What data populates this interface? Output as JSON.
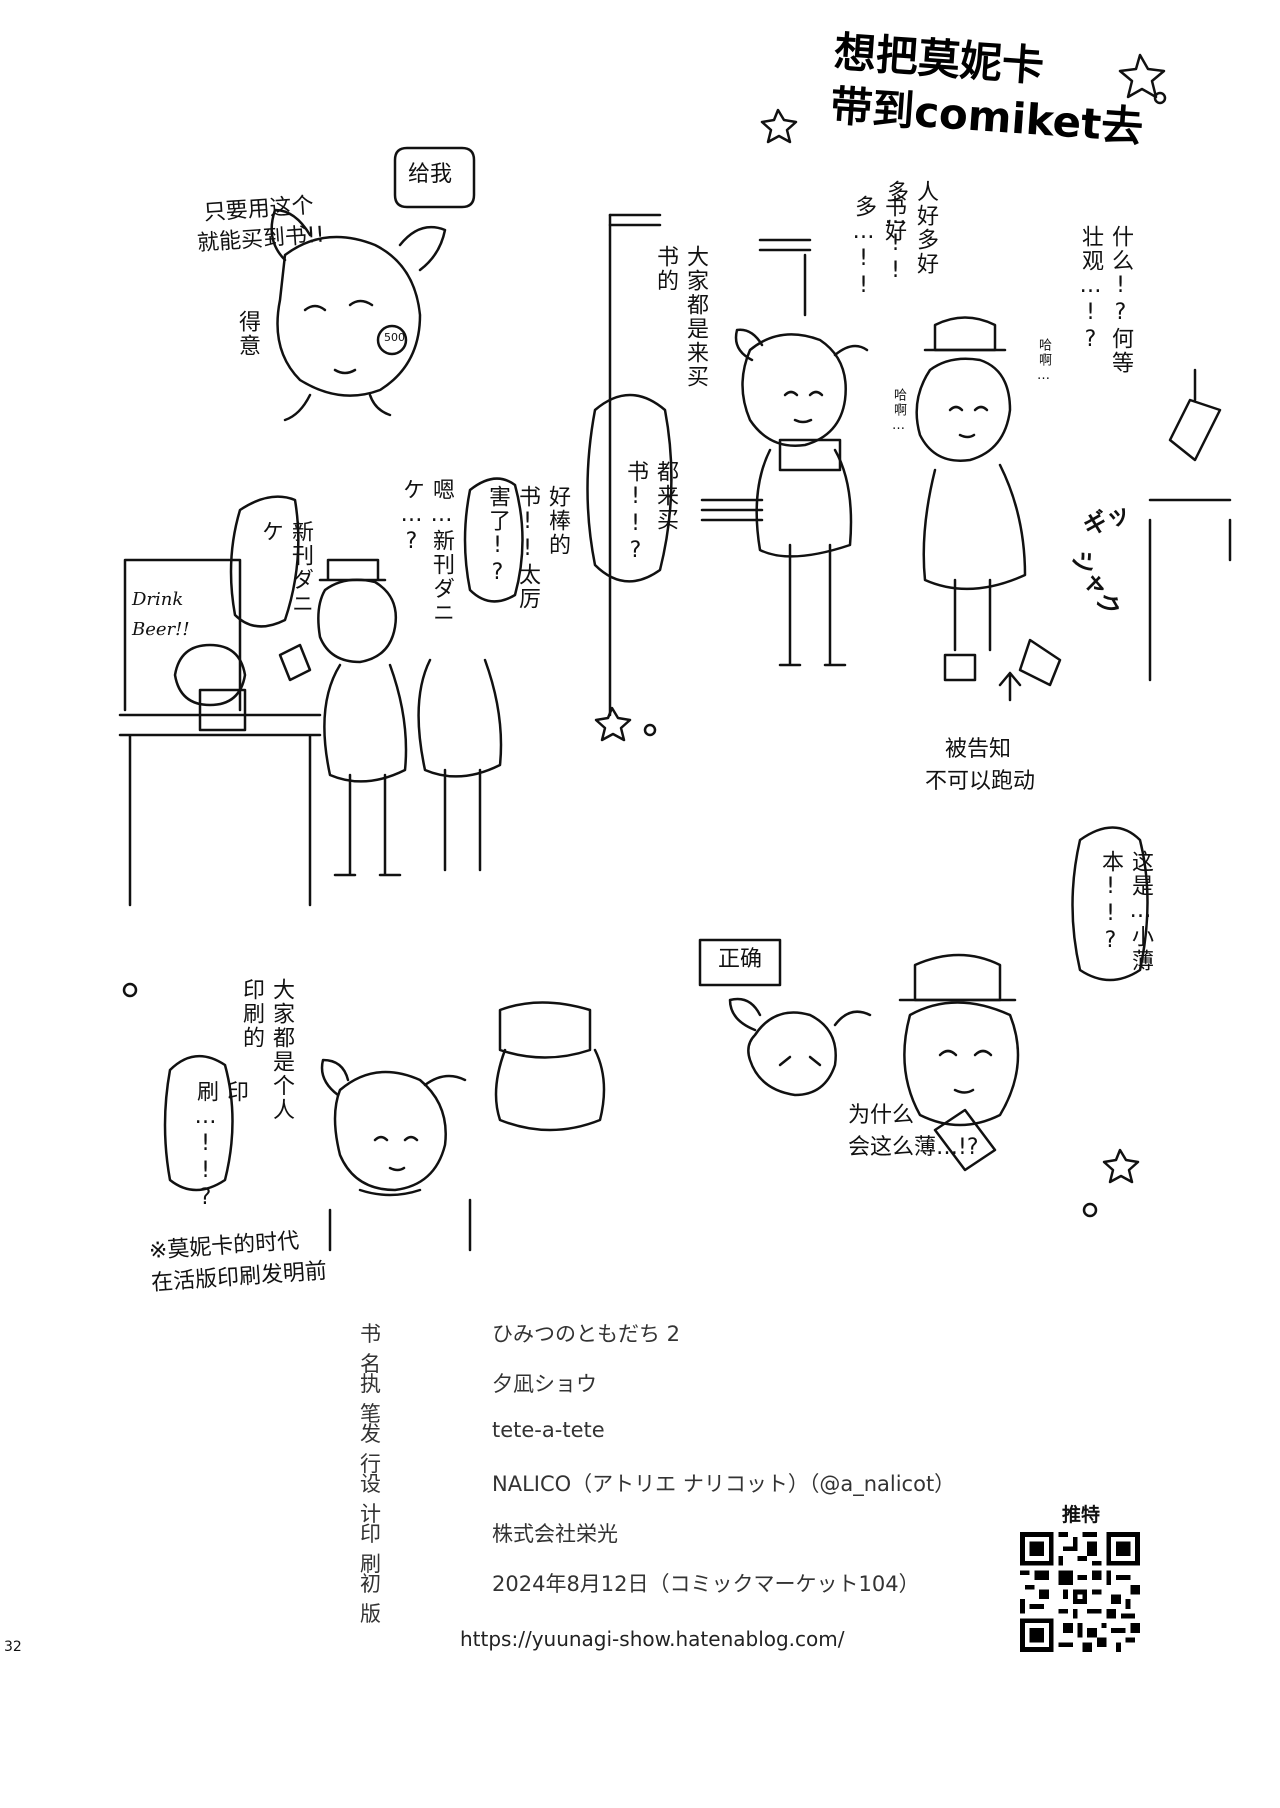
{
  "title": {
    "line1": "想把莫妮卡",
    "line2": "带到comiket去"
  },
  "panel1": {
    "bubble1": "只要用这个\n就能买到书!!",
    "bubble2": "给我",
    "side": "得意",
    "coin": "500"
  },
  "panel2": {
    "bubble1": "大家都是来买书的",
    "bubble2": "人好多好多…!!",
    "bubble2b": "书好多…!!",
    "bubble3": "什么!?何等壮观…!?",
    "bubble4": "都来买书!!?",
    "haa1": "哈啊…",
    "haa2": "哈啊…",
    "sfx1": "ギッ",
    "sfx2": "シャク"
  },
  "note1": {
    "line1": "被告知",
    "line2": "不可以跑动"
  },
  "panel3": {
    "sign": "Drink Beer!!",
    "bubble1": "新刊ダニケ",
    "bubble2": "嗯…新刊ダニケ…?",
    "bubble3": "好棒的书!!太厉害了!?"
  },
  "panel4": {
    "bubble1": "这是…小薄本!!?",
    "bubble2": "正确",
    "bubble3": "为什么\n会这么薄…!?"
  },
  "panel5": {
    "bubble1": "大家都是个人印刷的",
    "bubble2": "印刷…!!?",
    "note": "※莫妮卡的时代\n在活版印刷发明前"
  },
  "colophon": [
    {
      "label": "书名",
      "value": "ひみつのともだち 2"
    },
    {
      "label": "执笔",
      "value": "夕凪ショウ"
    },
    {
      "label": "发行",
      "value": "tete-a-tete"
    },
    {
      "label": "设计",
      "value": "NALICO（アトリエ ナリコット）（@a_nalicot）"
    },
    {
      "label": "印刷",
      "value": "株式会社栄光"
    },
    {
      "label": "初版",
      "value": "2024年8月12日（コミックマーケット104）"
    }
  ],
  "url": "https://yuunagi-show.hatenablog.com/",
  "qr_label": "推特",
  "page_number": "32"
}
